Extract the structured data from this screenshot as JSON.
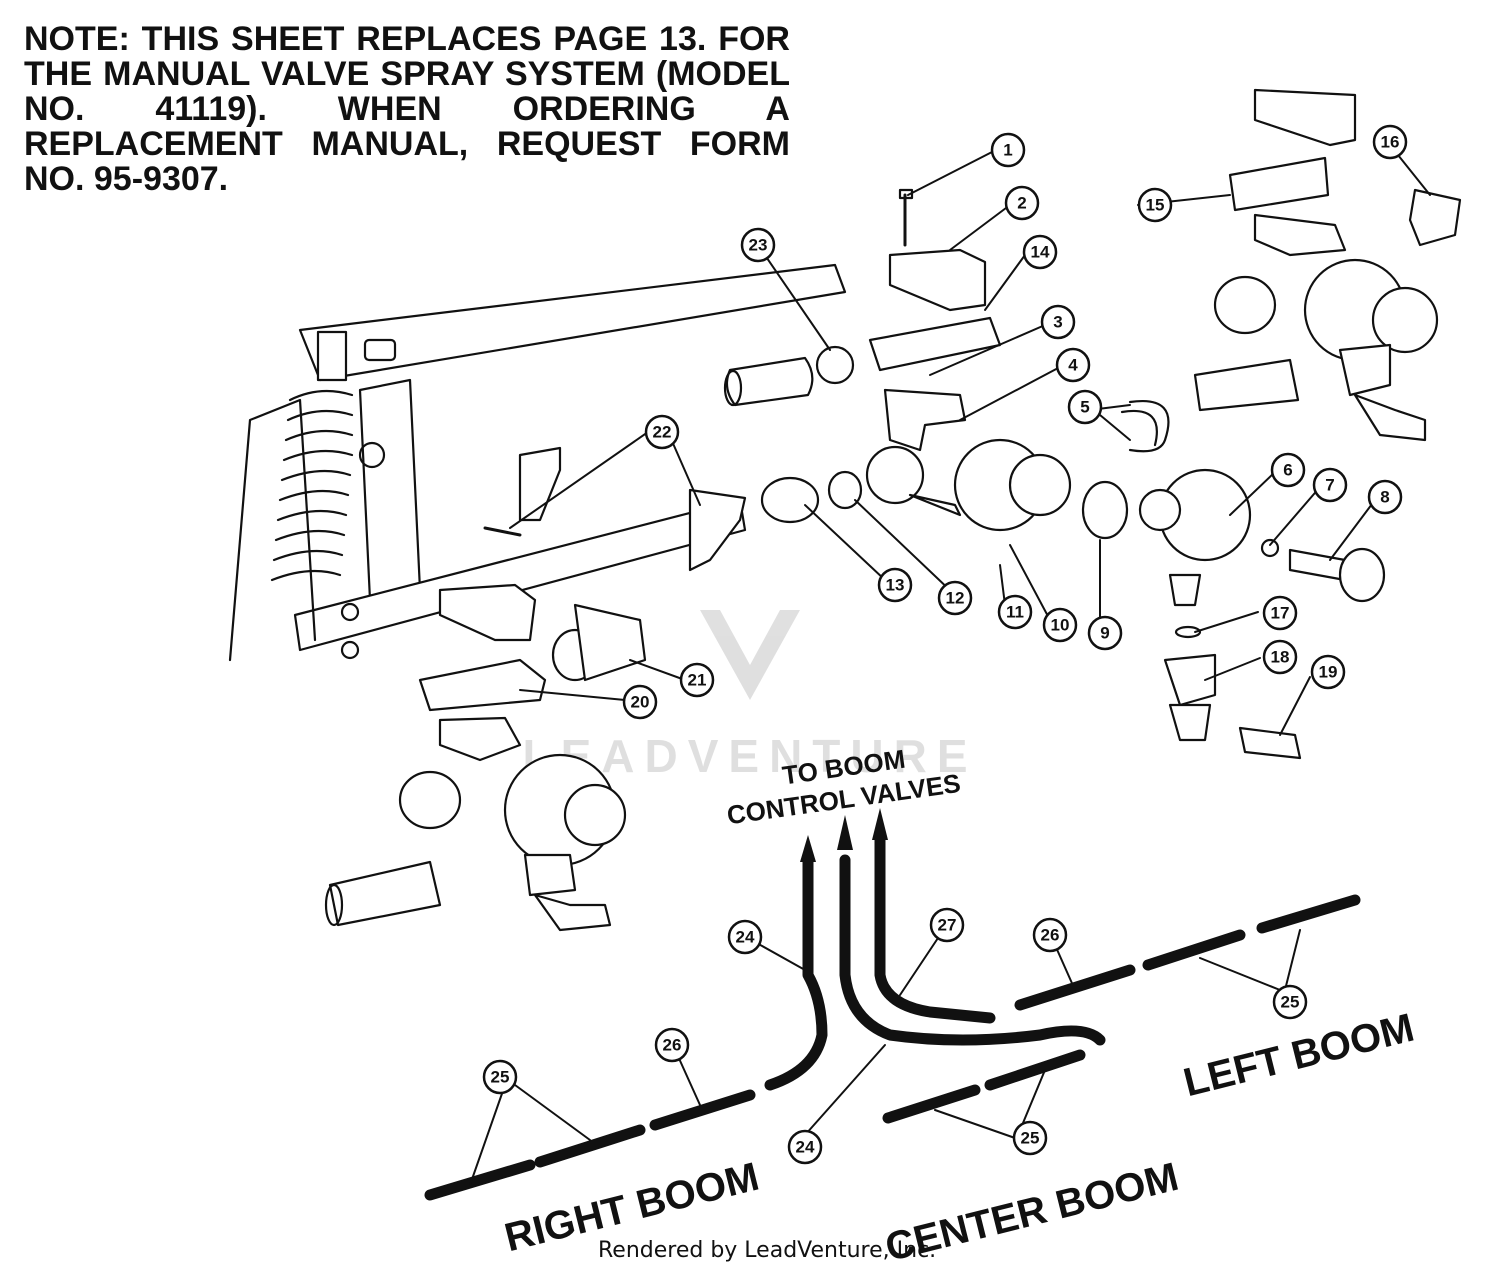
{
  "note": "NOTE: THIS SHEET REPLACES PAGE 13. FOR THE MANUAL VALVE SPRAY SYSTEM (MODEL NO. 41119). WHEN ORDERING A REPLACEMENT MANUAL, REQUEST FORM NO. 95-9307.",
  "labels": {
    "to_boom_line1": "TO BOOM",
    "to_boom_line2": "CONTROL VALVES",
    "right_boom": "RIGHT BOOM",
    "center_boom": "CENTER BOOM",
    "left_boom": "LEFT BOOM"
  },
  "callouts": [
    "1",
    "2",
    "3",
    "4",
    "5",
    "6",
    "7",
    "8",
    "9",
    "10",
    "11",
    "12",
    "13",
    "14",
    "15",
    "16",
    "17",
    "18",
    "19",
    "20",
    "21",
    "22",
    "23",
    "24",
    "25",
    "26",
    "27"
  ],
  "watermark": "LEADVENTURE",
  "footer": "Rendered by LeadVenture, Inc."
}
